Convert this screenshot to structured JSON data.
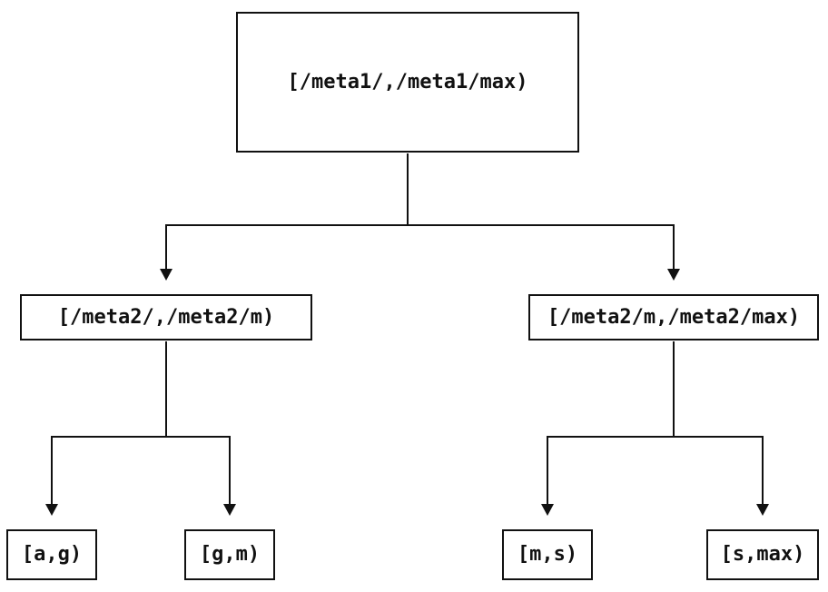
{
  "diagram": {
    "type": "tree",
    "colors": {
      "background": "#ffffff",
      "foreground": "#111111"
    },
    "nodes": {
      "root": {
        "label": "[/meta1/,/meta1/max)"
      },
      "left": {
        "label": "[/meta2/,/meta2/m)"
      },
      "right": {
        "label": "[/meta2/m,/meta2/max)"
      },
      "leaf_ag": {
        "label": "[a,g)"
      },
      "leaf_gm": {
        "label": "[g,m)"
      },
      "leaf_ms": {
        "label": "[m,s)"
      },
      "leaf_smax": {
        "label": "[s,max)"
      }
    },
    "edges": [
      {
        "from": "root",
        "to": "left"
      },
      {
        "from": "root",
        "to": "right"
      },
      {
        "from": "left",
        "to": "leaf_ag"
      },
      {
        "from": "left",
        "to": "leaf_gm"
      },
      {
        "from": "right",
        "to": "leaf_ms"
      },
      {
        "from": "right",
        "to": "leaf_smax"
      }
    ]
  }
}
